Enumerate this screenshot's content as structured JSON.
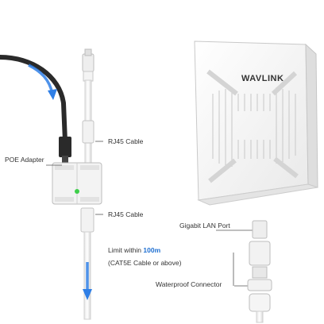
{
  "brand": {
    "logo": "WAVLINK"
  },
  "labels": {
    "poe_adapter": "POE Adapter",
    "rj45_top": "RJ45 Cable",
    "rj45_bottom": "RJ45 Cable",
    "gigabit_lan": "Gigabit LAN Port",
    "limit_prefix": "Limit within ",
    "limit_value": "100m",
    "cable_note": "(CAT5E Cable or above)",
    "waterproof": "Waterproof Connector"
  },
  "colors": {
    "accent_blue": "#1f6fd1",
    "arrow_blue": "#2f7fe6",
    "power_cable": "#2a2a2a",
    "device_white": "#f4f4f4",
    "line_gray": "#555555"
  },
  "icons": [
    "power-cable-icon",
    "poe-adapter-icon",
    "rj45-plug-icon",
    "access-point-icon",
    "waterproof-connector-icon",
    "flow-arrow-icon"
  ]
}
